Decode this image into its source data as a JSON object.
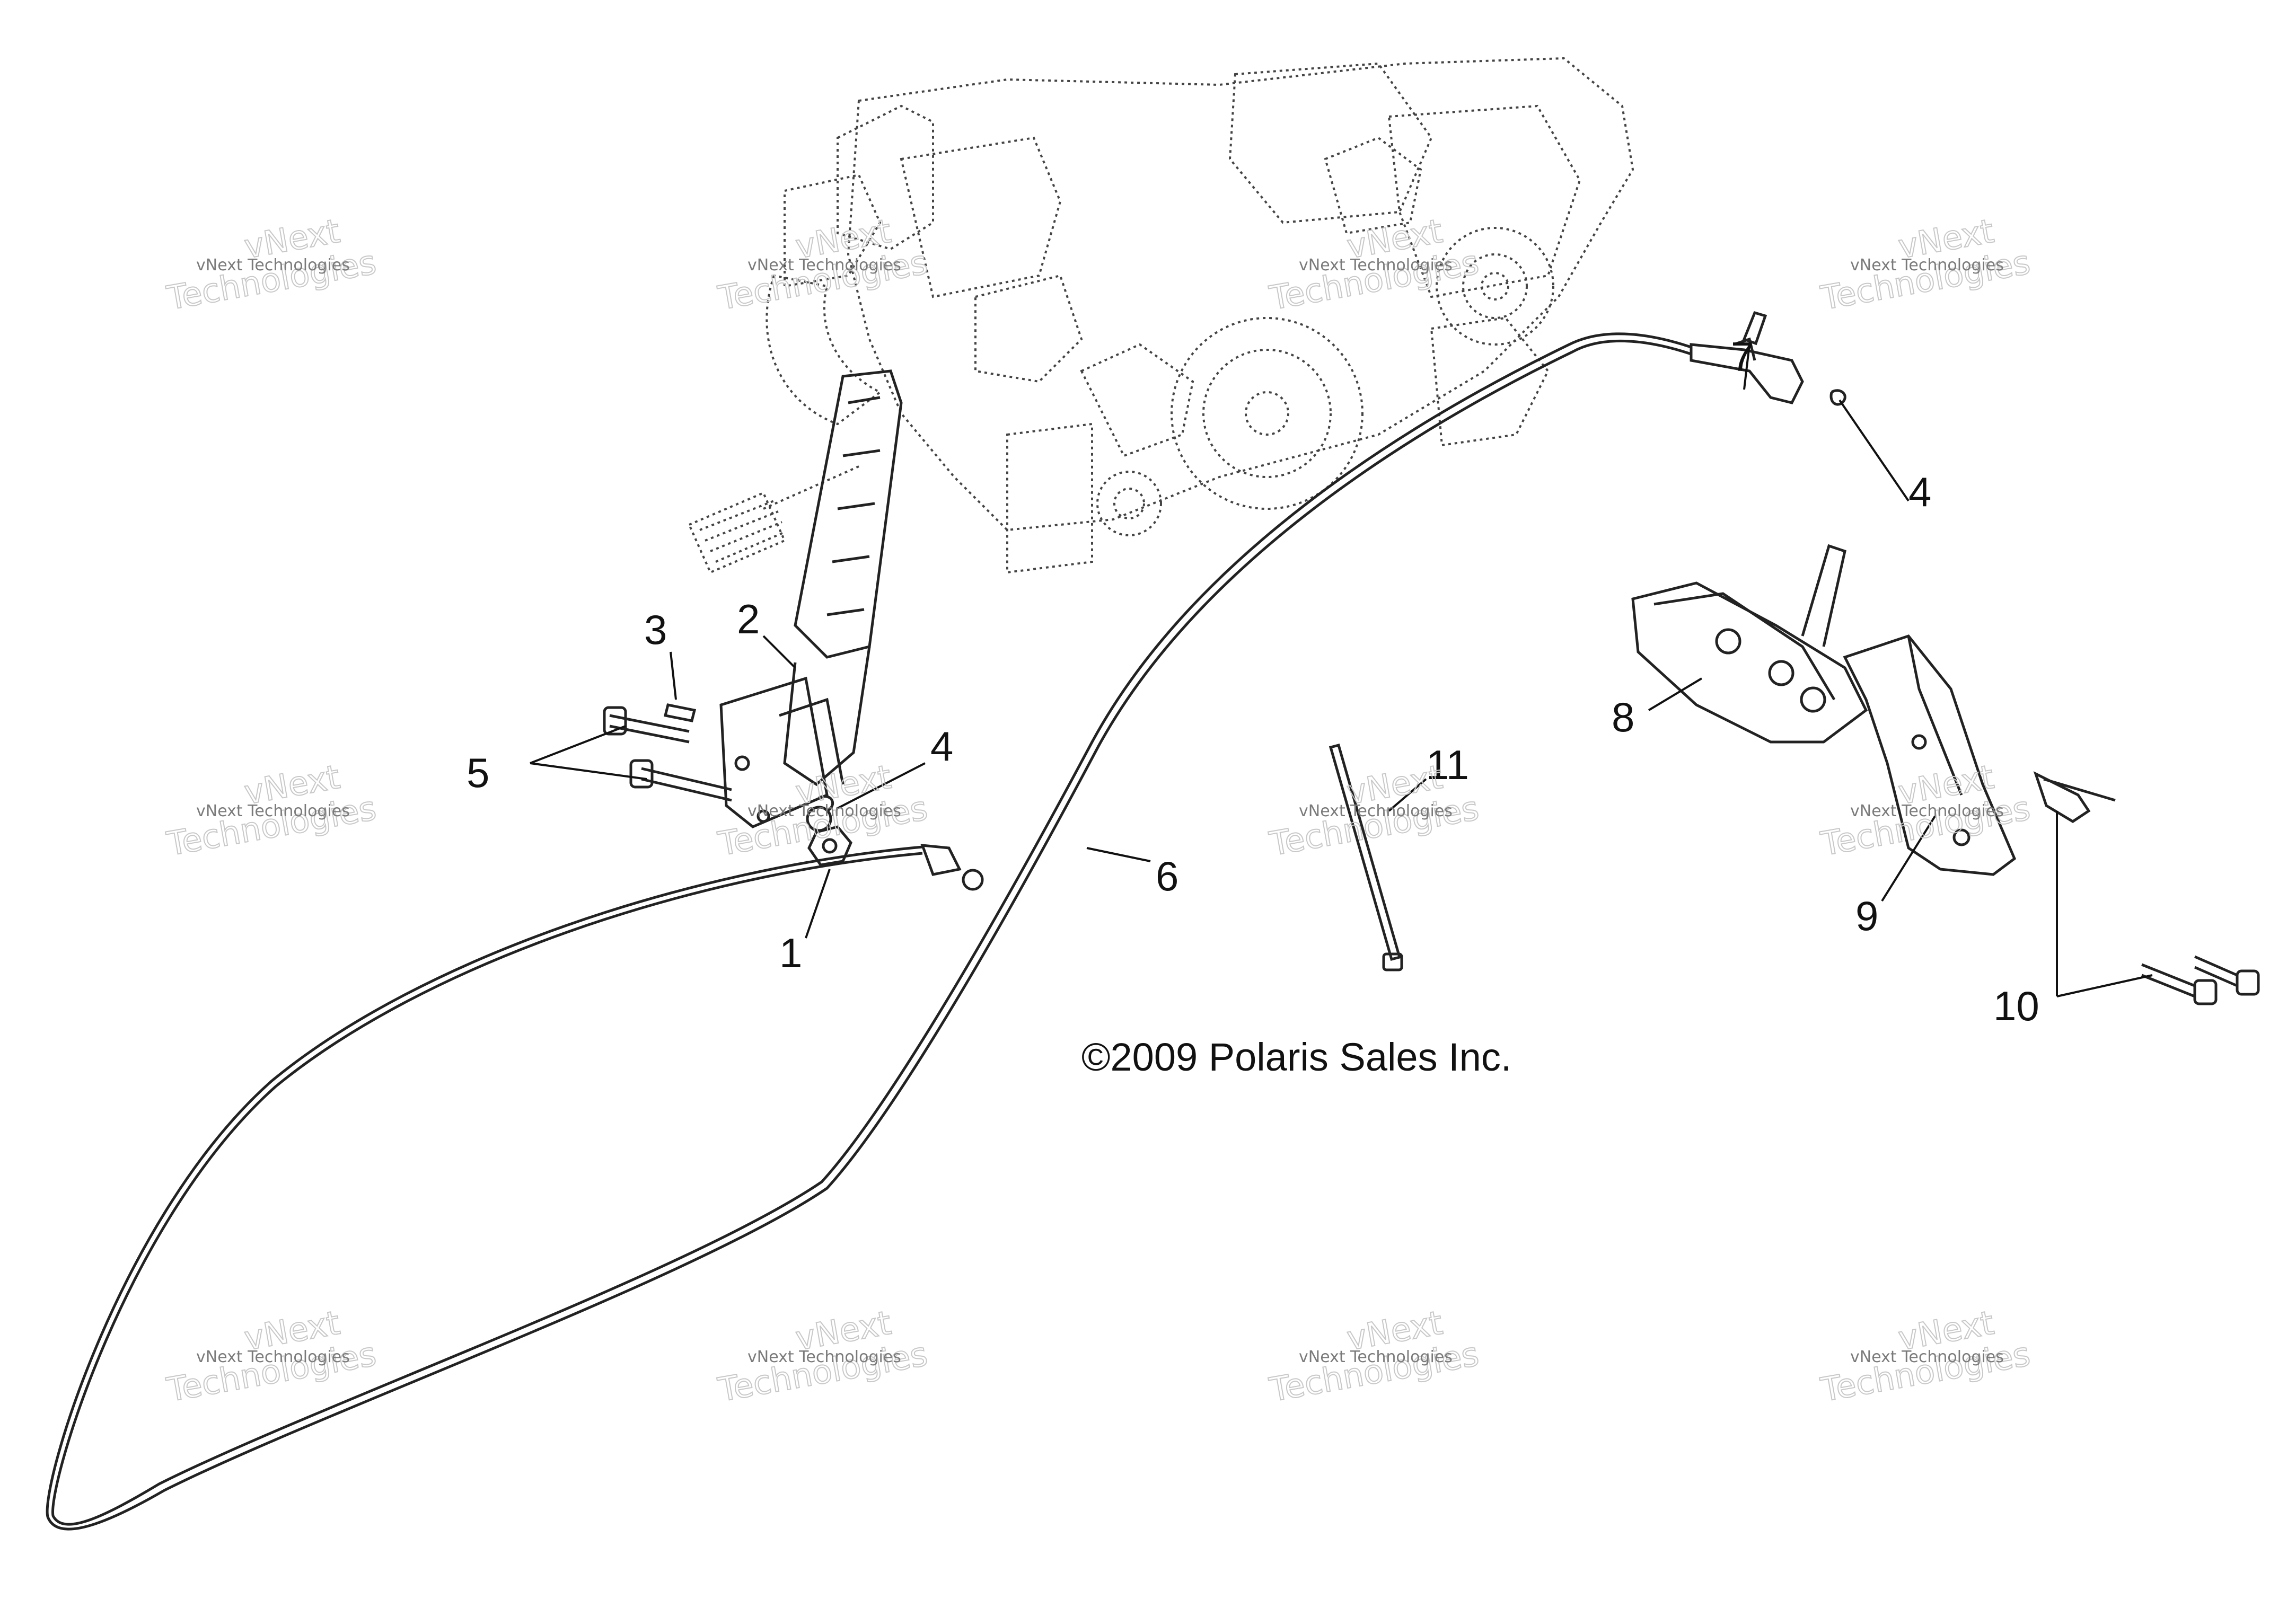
{
  "copyright": "©2009 Polaris Sales Inc.",
  "watermark": {
    "line1": "vNext Technologies",
    "line2": "vNext",
    "line3": "Technologies"
  },
  "callouts": [
    "1",
    "2",
    "3",
    "4",
    "4",
    "5",
    "6",
    "7",
    "8",
    "9",
    "10",
    "11"
  ],
  "colors": {
    "ink": "#111111",
    "watermark": "#9a9a9a"
  }
}
